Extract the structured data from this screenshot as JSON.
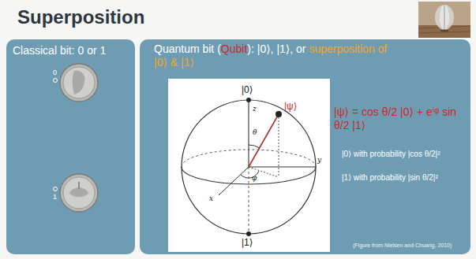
{
  "diagram": {
    "title": "Superposition",
    "nodes": [
      {
        "text": [
          "Classical bit: 0 or 1",
          "0",
          "1"
        ]
      },
      {
        "text": [
          "Quantum bit (Qubit): |0⟩, |1⟩, or superposition of |0⟩ & |1⟩",
          "|ψ⟩ = cos θ/2 |0⟩ + eⁱᵠ sin θ/2 |1⟩",
          "|0⟩ with probability |cos θ/2|²",
          "|1⟩ with probability |sin θ/2|²",
          "(Figure from Nielsen and Chuang, 2010)"
        ]
      },
      {
        "text": [
          "|0⟩",
          "|ψ⟩",
          "|1⟩",
          "z",
          "x",
          "y",
          "θ",
          "φ"
        ],
        "in": 1
      }
    ]
  }
}
